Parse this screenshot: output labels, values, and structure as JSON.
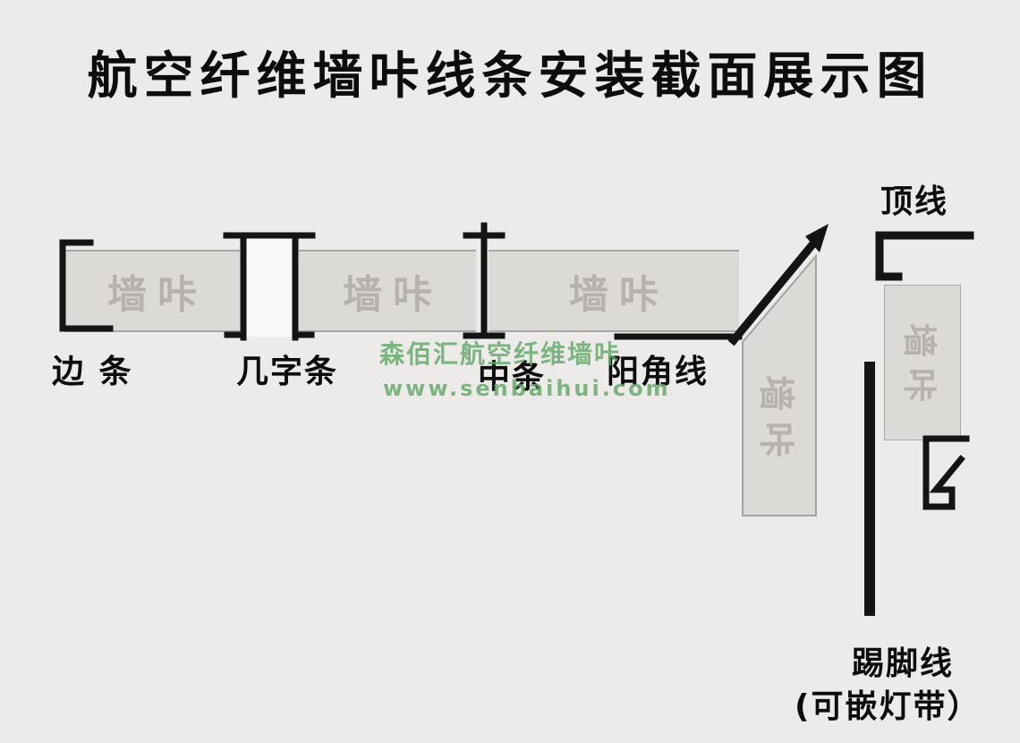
{
  "title": "航空纤维墙咔线条安装截面展示图",
  "panel_label": "墙咔",
  "watermark": {
    "brand": "森佰汇航空纤维墙咔",
    "url": "www.senbaihui.com"
  },
  "labels": {
    "edge_strip": "边 条",
    "ji_strip": "几字条",
    "middle_strip": "中条",
    "outer_corner": "阳角线",
    "crown": "顶线",
    "skirting": "踢脚线",
    "skirting_note": "(可嵌灯带）"
  },
  "colors": {
    "background": "#ECEBE9",
    "line": "#141414",
    "panel": "#DCDAD7",
    "panel_text": "#B6B2AD",
    "label_text": "#0D0D0D",
    "watermark_green": "#64A868"
  }
}
